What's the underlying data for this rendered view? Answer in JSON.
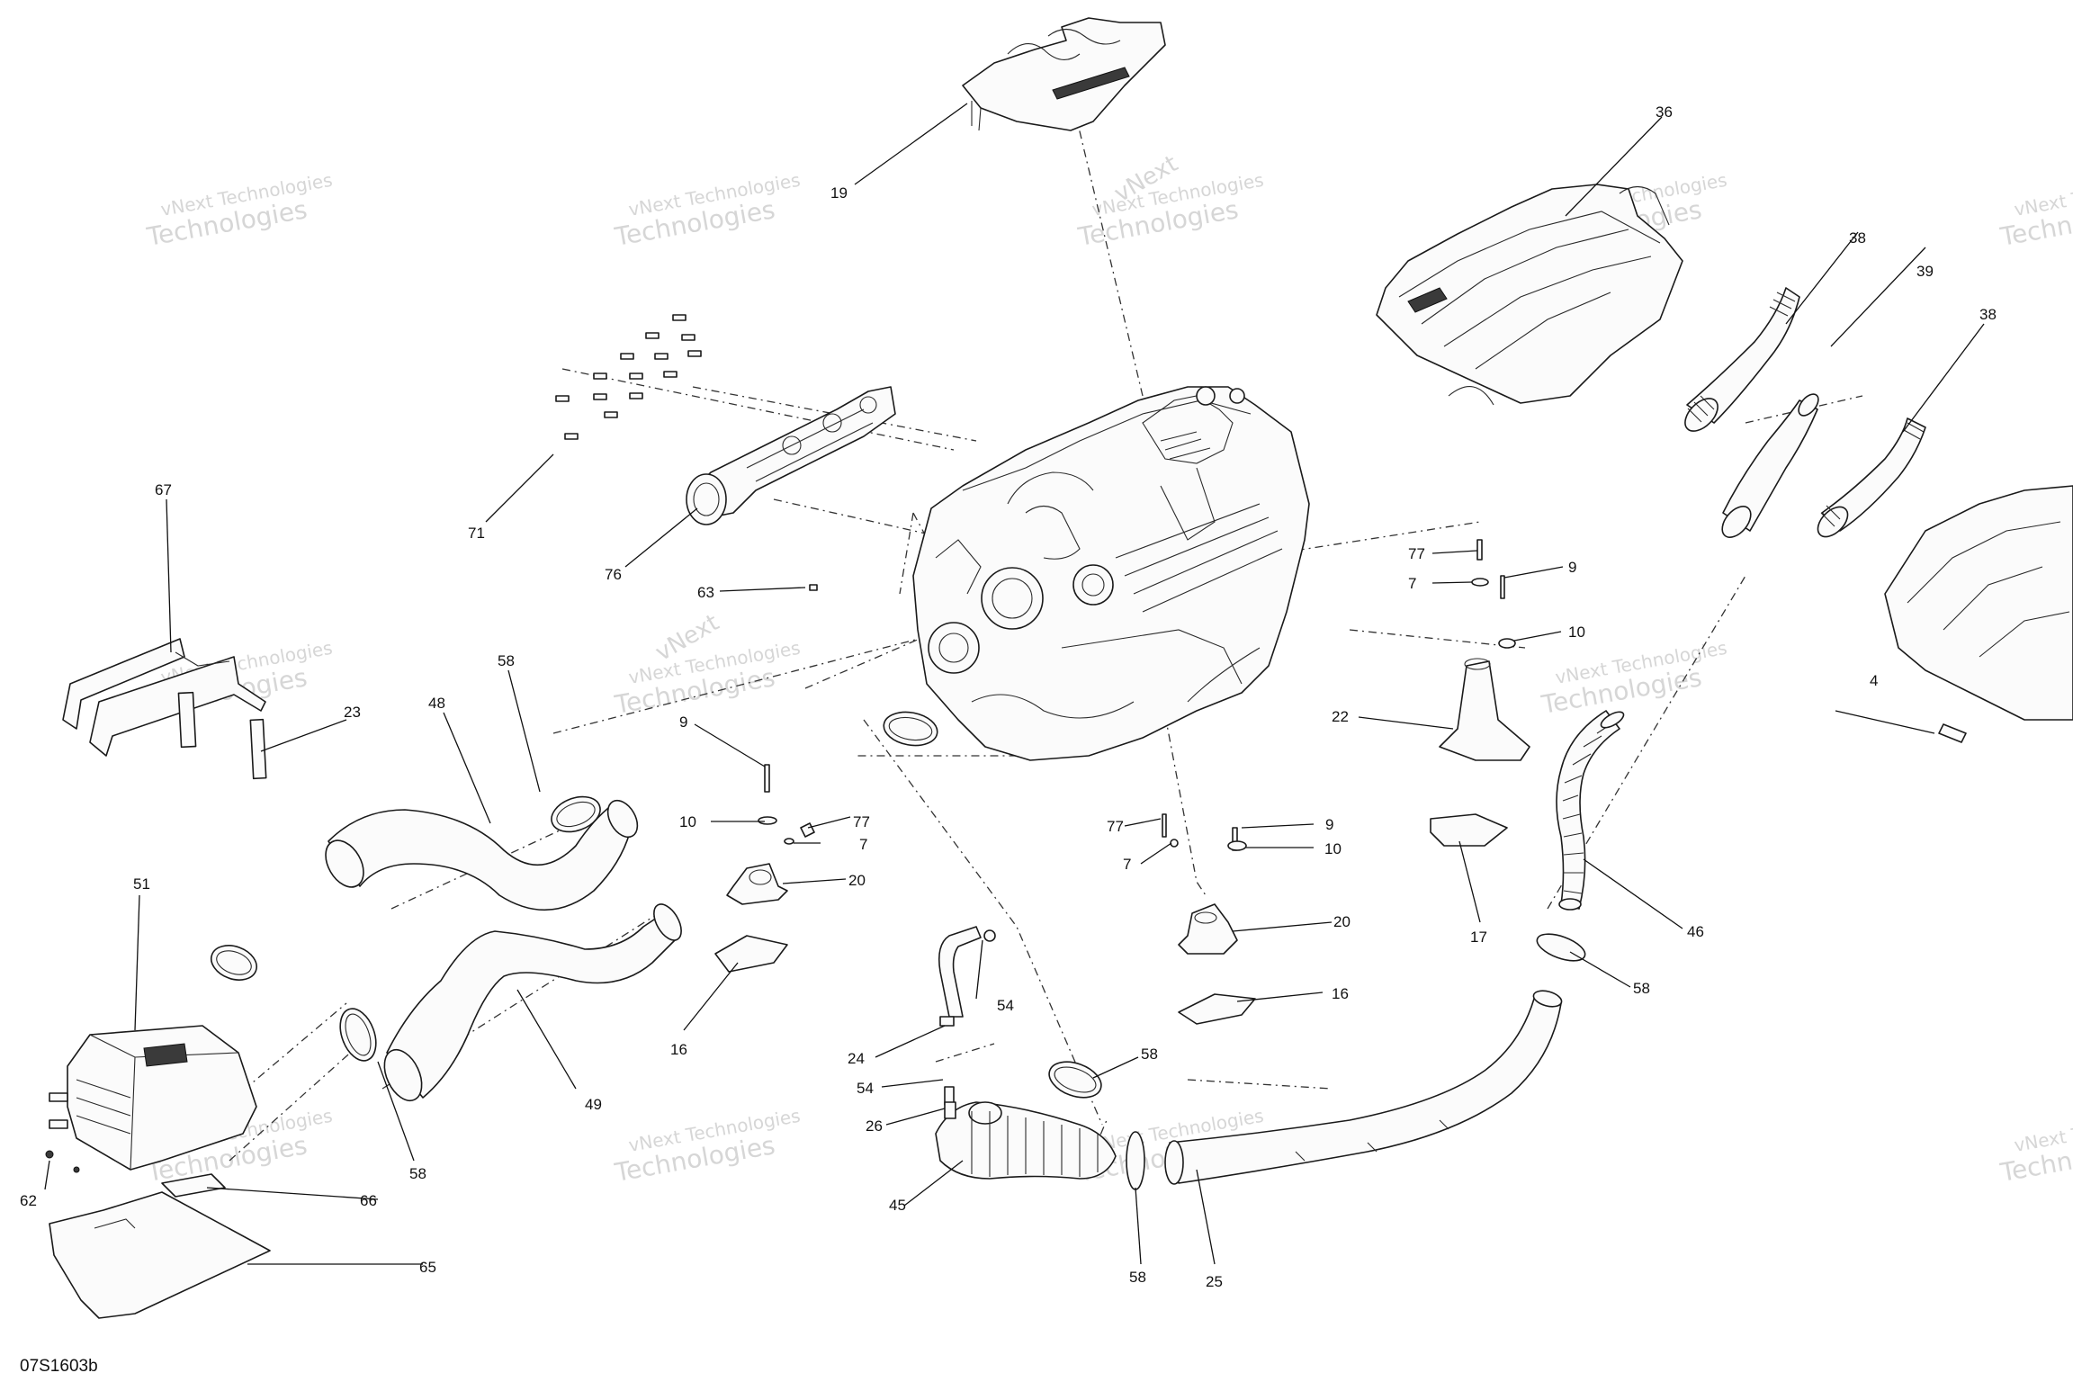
{
  "diagram_code": "07S1603b",
  "watermark": {
    "line1": "vNext Technologies",
    "line2": "Technologies",
    "accent": "vNext"
  },
  "callouts": {
    "c19": "19",
    "c36": "36",
    "c38a": "38",
    "c39": "39",
    "c38b": "38",
    "c67": "67",
    "c71": "71",
    "c76": "76",
    "c63": "63",
    "c23": "23",
    "c48": "48",
    "c58a": "58",
    "c51": "51",
    "c9a": "9",
    "c10a": "10",
    "c77a": "77",
    "c7a": "7",
    "c20a": "20",
    "c16a": "16",
    "c49": "49",
    "c58b": "58",
    "c62": "62",
    "c66": "66",
    "c65": "65",
    "c24": "24",
    "c54a": "54",
    "c54b": "54",
    "c26": "26",
    "c45": "45",
    "c58c": "58",
    "c58d": "58",
    "c25": "25",
    "c77b": "77",
    "c7b": "7",
    "c9b": "9",
    "c10b": "10",
    "c20b": "20",
    "c16b": "16",
    "c77c": "77",
    "c7c": "7",
    "c9c": "9",
    "c10c": "10",
    "c22": "22",
    "c17": "17",
    "c46": "46",
    "c58e": "58",
    "c4": "4"
  }
}
